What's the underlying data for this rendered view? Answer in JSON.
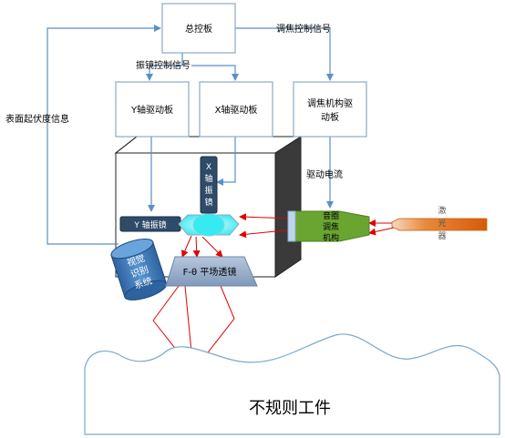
{
  "nodes": {
    "main_board": "总控板",
    "y_driver": "Y轴驱动板",
    "x_driver": "X轴驱动板",
    "focus_driver_l1": "调焦机构驱",
    "focus_driver_l2": "动板",
    "x_mirror_c1": "X",
    "x_mirror_c2": "轴",
    "x_mirror_c3": "振",
    "x_mirror_c4": "镜",
    "y_mirror": "Y 轴振镜",
    "voice_coil_l1": "音圈",
    "voice_coil_l2": "调焦",
    "voice_coil_l3": "机构",
    "laser_c1": "激",
    "laser_c2": "光",
    "laser_c3": "器",
    "vision_l1": "视觉",
    "vision_l2": "识别",
    "vision_l3": "系统",
    "ftheta_lens": "F-θ 平场透镜",
    "workpiece": "不规则工件"
  },
  "edges": {
    "focus_signal": "调焦控制信号",
    "scan_signal": "振镜控制信号",
    "surface_info": "表面起伏度信息",
    "drive_current": "驱动电流"
  },
  "colors": {
    "box_stroke": "#8ea9c1",
    "signal_line": "#5b8fc7",
    "laser_beam": "#e00000",
    "mirror_body": "#2f4b6a",
    "voice_coil": "#6aa532",
    "laser_body": "#e06a10",
    "lens_fill": "#8ea7c8",
    "vision_fill": "#3f78b5"
  }
}
